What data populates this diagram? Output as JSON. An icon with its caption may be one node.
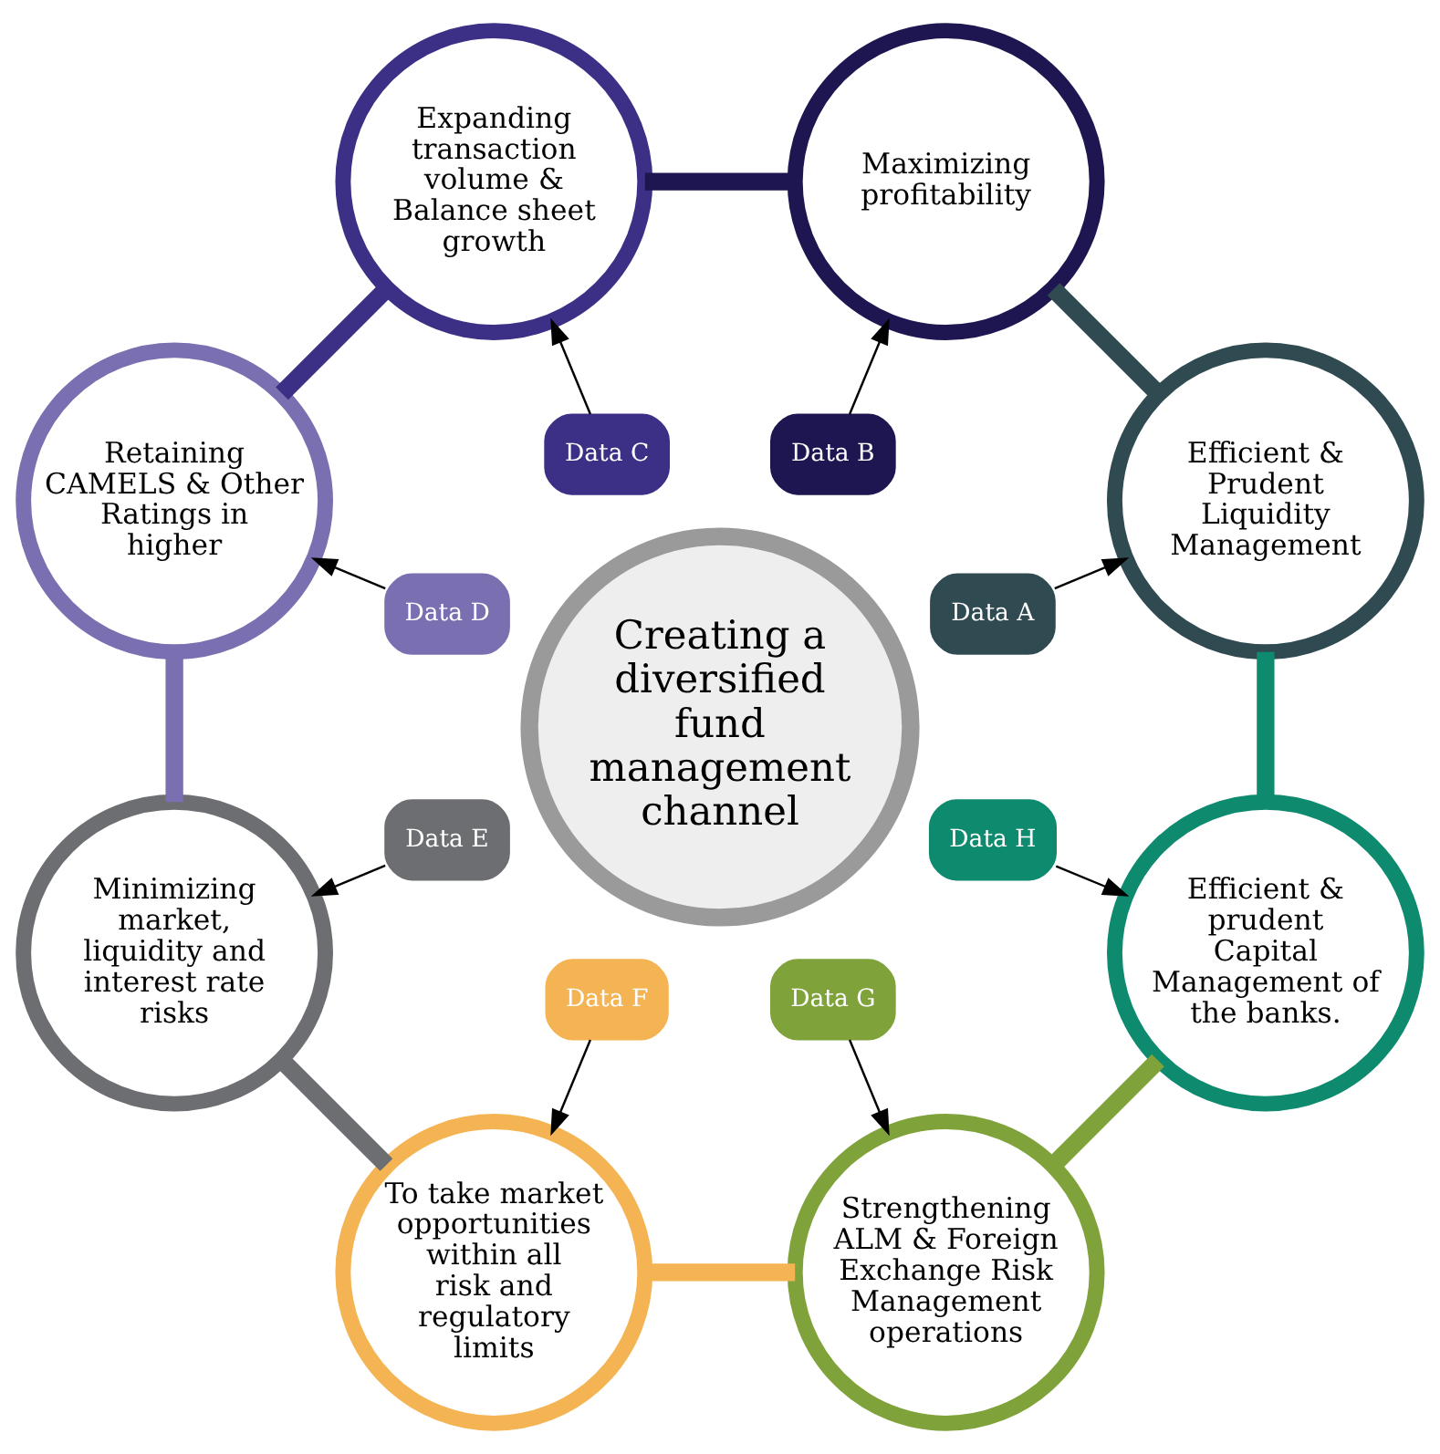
{
  "diagram": {
    "nodes": [
      {
        "text": [
          "Creating a diversified fund management channel"
        ]
      },
      {
        "text": [
          "Data A"
        ]
      },
      {
        "text": [
          "Data B"
        ]
      },
      {
        "text": [
          "Data C"
        ]
      },
      {
        "text": [
          "Data D"
        ]
      },
      {
        "text": [
          "Data E"
        ]
      },
      {
        "text": [
          "Data F"
        ]
      },
      {
        "text": [
          "Data G"
        ]
      },
      {
        "text": [
          "Data H"
        ]
      },
      {
        "text": [
          "Efficient & Prudent Liquidity Management"
        ]
      },
      {
        "text": [
          "Maximizing profitability"
        ]
      },
      {
        "text": [
          "Expanding transaction volume & Balance sheet growth"
        ]
      },
      {
        "text": [
          "Retaining CAMELS & Other Ratings in higher"
        ]
      },
      {
        "text": [
          "Minimizing market, liquidity and interest rate risks"
        ]
      },
      {
        "text": [
          "To take market opportunities within all risk and regulatory limits"
        ]
      },
      {
        "text": [
          "Strengthening ALM & Foreign Exchange Risk Management operations"
        ]
      },
      {
        "text": [
          "Efficient & prudent Capital Management of the banks."
        ]
      }
    ],
    "edges": [
      {
        "from": 1,
        "to": 9,
        "arrow": "to"
      },
      {
        "from": 2,
        "to": 10,
        "arrow": "to"
      },
      {
        "from": 3,
        "to": 11,
        "arrow": "to"
      },
      {
        "from": 4,
        "to": 12,
        "arrow": "to"
      },
      {
        "from": 5,
        "to": 13,
        "arrow": "to"
      },
      {
        "from": 6,
        "to": 14,
        "arrow": "to"
      },
      {
        "from": 7,
        "to": 15,
        "arrow": "to"
      },
      {
        "from": 8,
        "to": 16,
        "arrow": "to"
      },
      {
        "from": 9,
        "to": 10,
        "arrow": "none",
        "style": "thick",
        "color": "#2f4a50"
      },
      {
        "from": 10,
        "to": 11,
        "arrow": "none",
        "style": "thick",
        "color": "#1e1650"
      },
      {
        "from": 11,
        "to": 12,
        "arrow": "none",
        "style": "thick",
        "color": "#3b2f86"
      },
      {
        "from": 12,
        "to": 13,
        "arrow": "none",
        "style": "thick",
        "color": "#7a6fb0"
      },
      {
        "from": 13,
        "to": 14,
        "arrow": "none",
        "style": "thick",
        "color": "#6d6e71"
      },
      {
        "from": 14,
        "to": 15,
        "arrow": "none",
        "style": "thick",
        "color": "#f5b454"
      },
      {
        "from": 15,
        "to": 16,
        "arrow": "none",
        "style": "thick",
        "color": "#7fa33a"
      },
      {
        "from": 16,
        "to": 9,
        "arrow": "none",
        "style": "thick",
        "color": "#0e8a6e"
      }
    ]
  }
}
